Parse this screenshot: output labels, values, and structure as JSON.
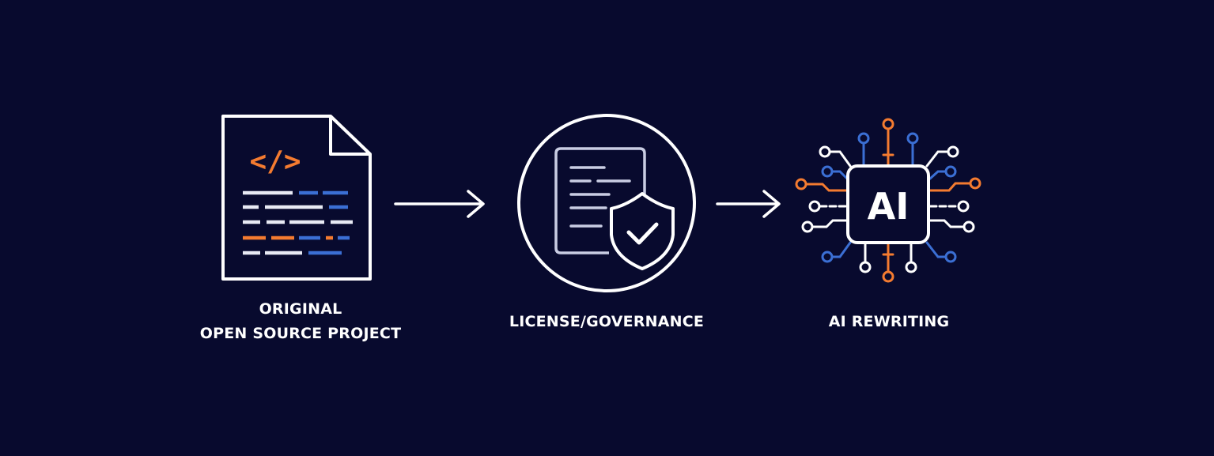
{
  "diagram": {
    "steps": [
      {
        "id": "source",
        "icon": "code-document-icon",
        "label_lines": [
          "ORIGINAL",
          "OPEN SOURCE PROJECT"
        ]
      },
      {
        "id": "license",
        "icon": "shield-document-icon",
        "label_lines": [
          "LICENSE/GOVERNANCE"
        ]
      },
      {
        "id": "ai",
        "icon": "ai-chip-icon",
        "label_lines": [
          "AI REWRITING"
        ],
        "chip_text": "AI"
      }
    ],
    "code_glyph": "</>",
    "colors": {
      "background": "#080a2e",
      "stroke": "#ffffff",
      "accent_orange": "#f47b30",
      "accent_blue": "#3b6fd4",
      "muted_line": "#c9cde3"
    }
  }
}
